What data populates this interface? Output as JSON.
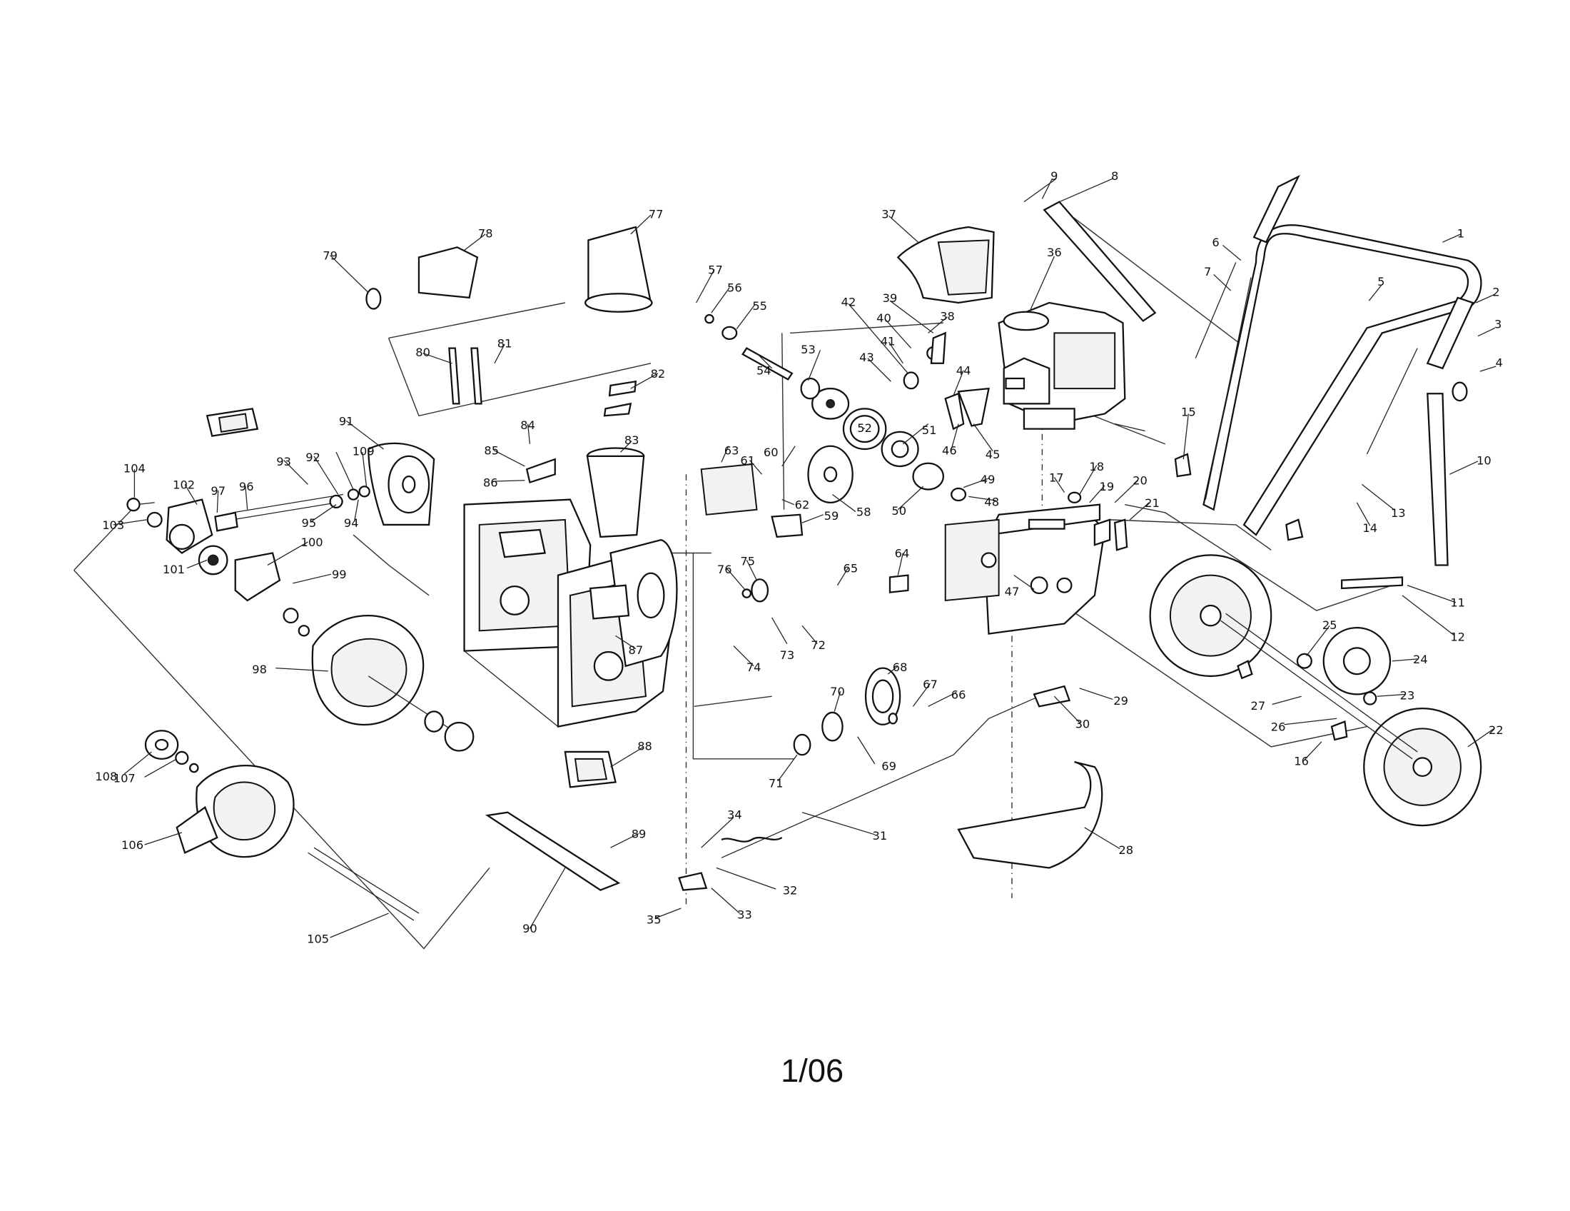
{
  "diagram": {
    "page_number": "1/06",
    "callouts": [
      "1",
      "2",
      "3",
      "4",
      "5",
      "6",
      "7",
      "8",
      "9",
      "10",
      "11",
      "12",
      "13",
      "14",
      "15",
      "16",
      "17",
      "18",
      "19",
      "20",
      "21",
      "22",
      "23",
      "24",
      "25",
      "26",
      "27",
      "28",
      "29",
      "30",
      "31",
      "32",
      "33",
      "34",
      "35",
      "36",
      "37",
      "38",
      "39",
      "40",
      "41",
      "42",
      "43",
      "44",
      "45",
      "46",
      "47",
      "48",
      "49",
      "50",
      "51",
      "52",
      "53",
      "54",
      "55",
      "56",
      "57",
      "58",
      "59",
      "60",
      "61",
      "62",
      "63",
      "64",
      "65",
      "66",
      "67",
      "68",
      "69",
      "70",
      "71",
      "72",
      "73",
      "74",
      "75",
      "76",
      "77",
      "78",
      "79",
      "80",
      "81",
      "82",
      "83",
      "84",
      "85",
      "86",
      "87",
      "88",
      "89",
      "90",
      "91",
      "92",
      "93",
      "94",
      "95",
      "96",
      "97",
      "98",
      "99",
      "100",
      "101",
      "102",
      "103",
      "104",
      "105",
      "106",
      "107",
      "108",
      "109"
    ]
  }
}
